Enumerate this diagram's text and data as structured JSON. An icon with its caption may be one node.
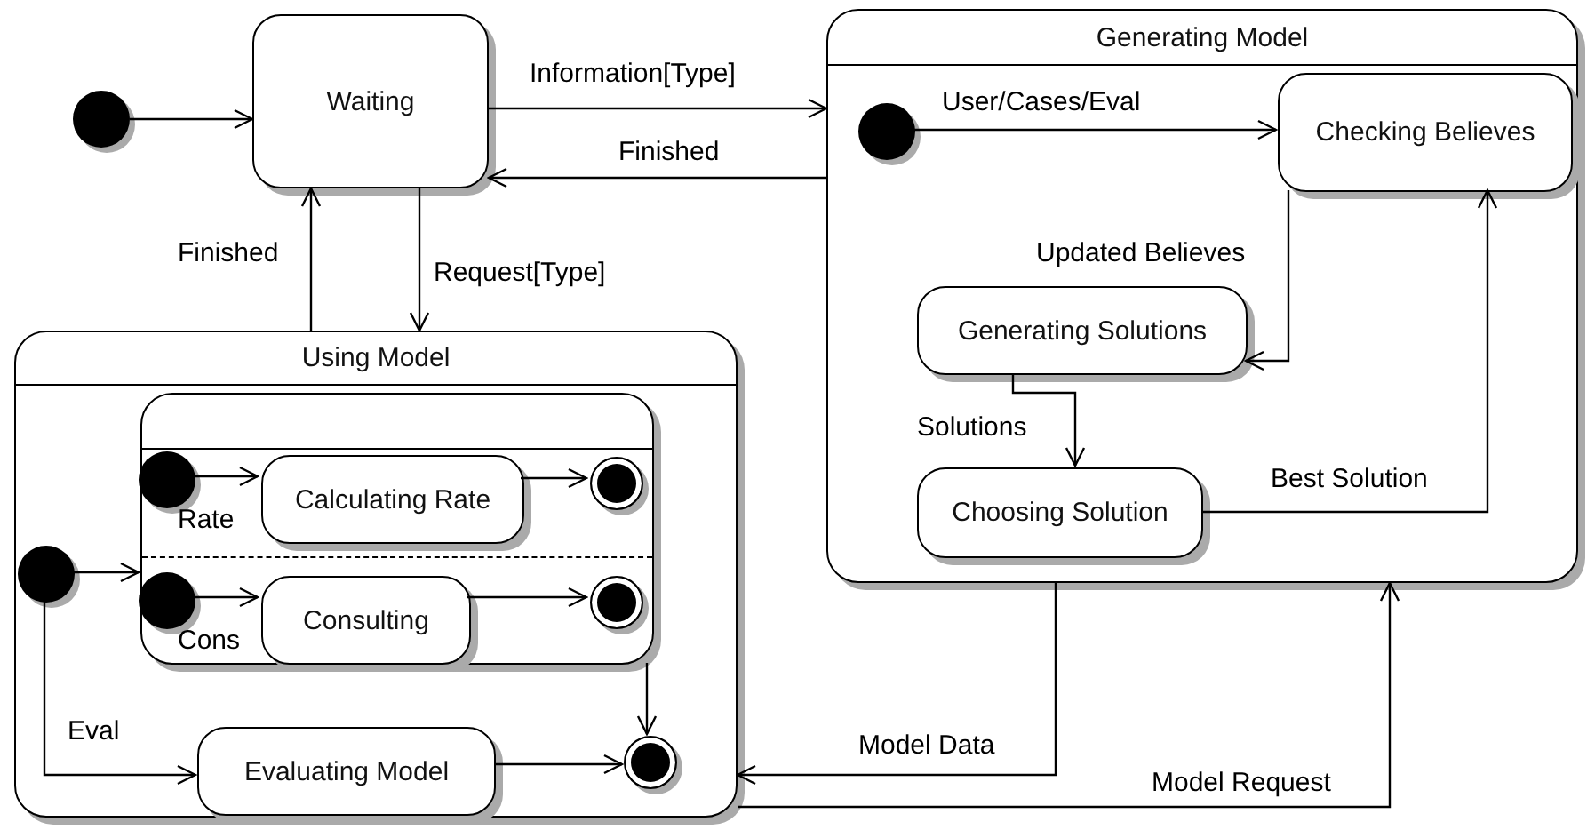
{
  "diagram": {
    "nodes": [
      {
        "text": [],
        "shape": "circle"
      },
      {
        "text": [
          "Waiting"
        ]
      },
      {
        "text": [
          "Generating Model"
        ]
      },
      {
        "text": [],
        "shape": "circle",
        "in": 2
      },
      {
        "text": [
          "Checking Believes"
        ],
        "in": 2
      },
      {
        "text": [
          "Generating Solutions"
        ],
        "in": 2
      },
      {
        "text": [
          "Choosing Solution"
        ],
        "in": 2
      },
      {
        "text": [
          "Using Model"
        ]
      },
      {
        "text": [],
        "shape": "box",
        "in": 7
      },
      {
        "text": [],
        "shape": "circle",
        "in": 8,
        "beside": [
          "Rate"
        ]
      },
      {
        "text": [
          "Calculating Rate"
        ],
        "in": 8
      },
      {
        "text": [],
        "shape": "bullseye",
        "in": 8
      },
      {
        "text": [],
        "shape": "circle",
        "in": 8,
        "beside": [
          "Cons"
        ]
      },
      {
        "text": [
          "Consulting"
        ],
        "in": 8
      },
      {
        "text": [],
        "shape": "bullseye",
        "in": 8
      },
      {
        "text": [],
        "shape": "circle",
        "in": 7
      },
      {
        "text": [
          "Evaluating Model"
        ],
        "in": 7
      },
      {
        "text": [],
        "shape": "bullseye",
        "in": 7
      }
    ],
    "edges": [
      {
        "from": 0,
        "to": 1,
        "arrow": "to"
      },
      {
        "from": 1,
        "to": 2,
        "arrow": "to",
        "label": "Information[Type]"
      },
      {
        "from": 2,
        "to": 1,
        "arrow": "to",
        "label": "Finished"
      },
      {
        "from": 1,
        "to": 7,
        "arrow": "to",
        "label": "Request[Type]"
      },
      {
        "from": 7,
        "to": 1,
        "arrow": "to",
        "label": "Finished"
      },
      {
        "from": 3,
        "to": 4,
        "arrow": "to",
        "label": "User/Cases/Eval"
      },
      {
        "from": 4,
        "to": 5,
        "arrow": "to",
        "label": "Updated Believes"
      },
      {
        "from": 5,
        "to": 6,
        "arrow": "to",
        "label": "Solutions"
      },
      {
        "from": 6,
        "to": 4,
        "arrow": "to",
        "label": "Best Solution"
      },
      {
        "from": 15,
        "to": 8,
        "arrow": "to"
      },
      {
        "from": 9,
        "to": 10,
        "arrow": "to"
      },
      {
        "from": 10,
        "to": 11,
        "arrow": "to"
      },
      {
        "from": 12,
        "to": 13,
        "arrow": "to"
      },
      {
        "from": 13,
        "to": 14,
        "arrow": "to"
      },
      {
        "from": 8,
        "to": 17,
        "arrow": "to"
      },
      {
        "from": 15,
        "to": 16,
        "arrow": "to",
        "label": "Eval"
      },
      {
        "from": 16,
        "to": 17,
        "arrow": "to"
      },
      {
        "from": 2,
        "to": 7,
        "arrow": "to",
        "label": "Model Data"
      },
      {
        "from": 7,
        "to": 2,
        "arrow": "to",
        "label": "Model Request"
      }
    ]
  }
}
